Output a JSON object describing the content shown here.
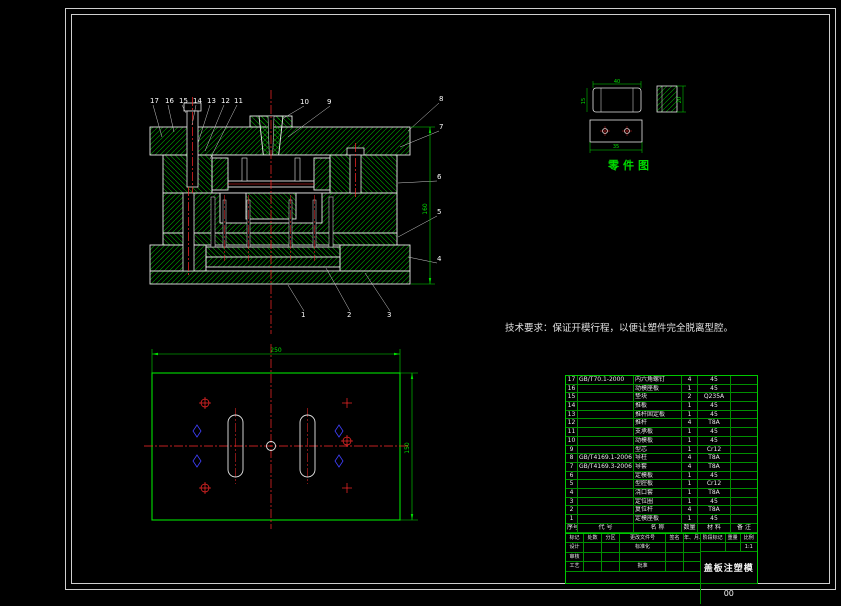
{
  "colors": {
    "frame": "#cfcfcf",
    "outline_white": "#e6e6e6",
    "drawing_green": "#00e000",
    "hatch_green": "#00aa00",
    "centerline_red": "#ff2a2a",
    "marker_blue": "#4040ff"
  },
  "tech_req": "技术要求：保证开模行程，以便让塑件完全脱离型腔。",
  "part_fig": {
    "label": "零件图",
    "d1": "40",
    "d2": "15",
    "d3": "35",
    "d4": "20"
  },
  "sv": {
    "c1": "1",
    "c2": "2",
    "c3": "3",
    "c4": "4",
    "c5": "5",
    "c6": "6",
    "c7": "7",
    "c8": "8",
    "c9": "9",
    "c10": "10",
    "c11": "11",
    "c12": "12",
    "c13": "13",
    "c14": "14",
    "c15": "15",
    "c16": "16",
    "c17": "17",
    "dim_height": "160"
  },
  "pv": {
    "dim_width": "250",
    "dim_height": "150"
  },
  "bom": {
    "headers": {
      "no": "序号",
      "code": "代  号",
      "name": "名  称",
      "qty": "数量",
      "mat": "材  料",
      "note": "备  注"
    },
    "rows": [
      {
        "no": "17",
        "code": "GB/T70.1-2000",
        "name": "内六角螺钉",
        "qty": "4",
        "mat": "45",
        "note": ""
      },
      {
        "no": "16",
        "code": "",
        "name": "动模座板",
        "qty": "1",
        "mat": "45",
        "note": ""
      },
      {
        "no": "15",
        "code": "",
        "name": "垫块",
        "qty": "2",
        "mat": "Q235A",
        "note": ""
      },
      {
        "no": "14",
        "code": "",
        "name": "推板",
        "qty": "1",
        "mat": "45",
        "note": ""
      },
      {
        "no": "13",
        "code": "",
        "name": "推杆固定板",
        "qty": "1",
        "mat": "45",
        "note": ""
      },
      {
        "no": "12",
        "code": "",
        "name": "推杆",
        "qty": "4",
        "mat": "T8A",
        "note": ""
      },
      {
        "no": "11",
        "code": "",
        "name": "支承板",
        "qty": "1",
        "mat": "45",
        "note": ""
      },
      {
        "no": "10",
        "code": "",
        "name": "动模板",
        "qty": "1",
        "mat": "45",
        "note": ""
      },
      {
        "no": "9",
        "code": "",
        "name": "型芯",
        "qty": "1",
        "mat": "Cr12",
        "note": ""
      },
      {
        "no": "8",
        "code": "GB/T4169.1-2006",
        "name": "导柱",
        "qty": "4",
        "mat": "T8A",
        "note": ""
      },
      {
        "no": "7",
        "code": "GB/T4169.3-2006",
        "name": "导套",
        "qty": "4",
        "mat": "T8A",
        "note": ""
      },
      {
        "no": "6",
        "code": "",
        "name": "定模板",
        "qty": "1",
        "mat": "45",
        "note": ""
      },
      {
        "no": "5",
        "code": "",
        "name": "型腔板",
        "qty": "1",
        "mat": "Cr12",
        "note": ""
      },
      {
        "no": "4",
        "code": "",
        "name": "浇口套",
        "qty": "1",
        "mat": "T8A",
        "note": ""
      },
      {
        "no": "3",
        "code": "",
        "name": "定位圈",
        "qty": "1",
        "mat": "45",
        "note": ""
      },
      {
        "no": "2",
        "code": "",
        "name": "复位杆",
        "qty": "4",
        "mat": "T8A",
        "note": ""
      },
      {
        "no": "1",
        "code": "",
        "name": "定模座板",
        "qty": "1",
        "mat": "45",
        "note": ""
      }
    ]
  },
  "tb": {
    "row1": [
      "标记",
      "处数",
      "分区",
      "更改文件号",
      "签名",
      "年、月、日"
    ],
    "design": "设计",
    "standardize": "标准化",
    "audit": "审核",
    "craft": "工艺",
    "approve": "批准",
    "stage": "阶段标记",
    "weight": "重量",
    "scale_label": "比例",
    "scale": "1:1",
    "title": "盖板注塑模",
    "sheet_no": "00"
  }
}
